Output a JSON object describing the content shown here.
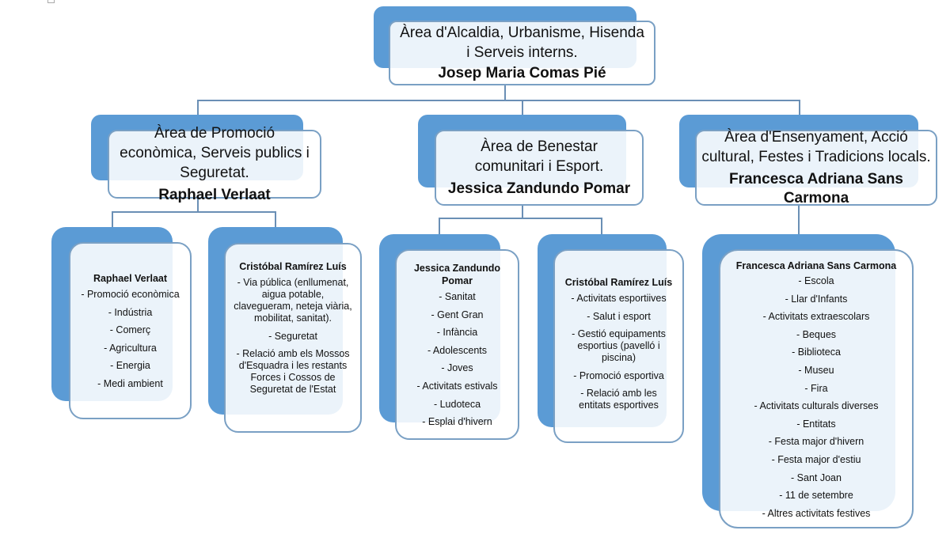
{
  "colors": {
    "back_fill": "#5b9bd5",
    "border": "#7aa0c4",
    "connector": "#6a8fb5"
  },
  "root": {
    "title": "Àrea d'Alcaldia, Urbanisme, Hisenda i Serveis interns.",
    "name": "Josep Maria Comas Pié"
  },
  "areas": [
    {
      "title": "Àrea de Promoció econòmica, Serveis publics i Seguretat.",
      "name": "Raphael Verlaat",
      "children": [
        {
          "name": "Raphael Verlaat",
          "items": [
            "- Promoció econòmica",
            "- Indústria",
            "- Comerç",
            "- Agricultura",
            "- Energia",
            "- Medi ambient"
          ]
        },
        {
          "name": "Cristóbal Ramírez Luís",
          "items": [
            "- Via pública (enllumenat, aigua potable, clavegueram, neteja viària, mobilitat, sanitat).",
            "- Seguretat",
            "- Relació amb els Mossos d'Esquadra i les restants Forces i Cossos de Seguretat de l'Estat"
          ]
        }
      ]
    },
    {
      "title": "Àrea de Benestar comunitari i Esport.",
      "name": "Jessica Zandundo Pomar",
      "children": [
        {
          "name": "Jessica Zandundo Pomar",
          "items": [
            "- Sanitat",
            "- Gent Gran",
            "- Infància",
            "- Adolescents",
            "- Joves",
            "- Activitats estivals",
            "- Ludoteca",
            "- Esplai d'hivern"
          ]
        },
        {
          "name": "Cristóbal Ramírez Luís",
          "items": [
            "- Activitats esportiives",
            "- Salut i esport",
            "- Gestió equipaments esportius (pavelló i piscina)",
            "- Promoció esportiva",
            "- Relació amb les entitats esportives"
          ]
        }
      ]
    },
    {
      "title": "Àrea d'Ensenyament, Acció cultural, Festes i Tradicions locals.",
      "name": "Francesca Adriana Sans Carmona",
      "children": [
        {
          "name": "Francesca Adriana Sans Carmona",
          "items": [
            "- Escola",
            "- Llar d'Infants",
            "- Activitats extraescolars",
            "- Beques",
            "- Biblioteca",
            "- Museu",
            "- Fira",
            "- Activitats culturals diverses",
            "- Entitats",
            "- Festa major d'hivern",
            "- Festa major d'estiu",
            "- Sant Joan",
            "- 11 de setembre",
            "- Altres activitats festives"
          ]
        }
      ]
    }
  ]
}
